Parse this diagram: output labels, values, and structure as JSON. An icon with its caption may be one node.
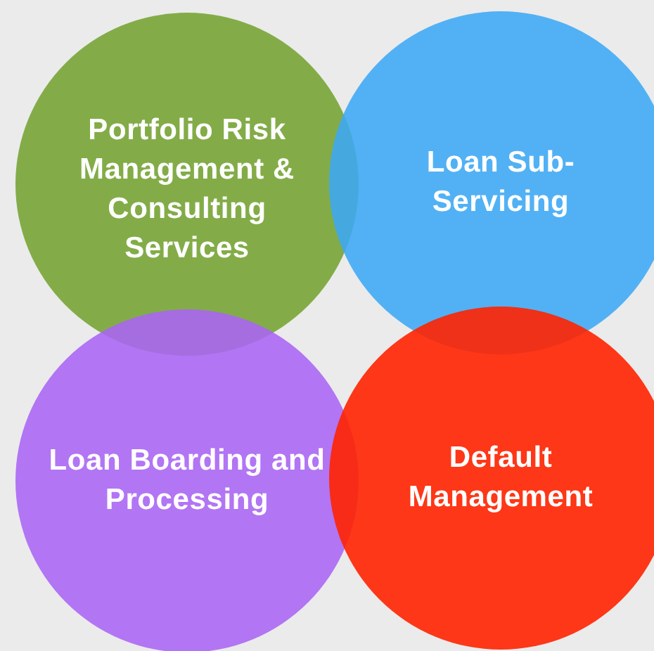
{
  "diagram": {
    "nodes": [
      {
        "text": [
          "Portfolio Risk Management & Consulting Services"
        ]
      },
      {
        "text": [
          "Loan Sub-Servicing"
        ]
      },
      {
        "text": [
          "Loan Boarding and Processing"
        ]
      },
      {
        "text": [
          "Default Management"
        ]
      }
    ],
    "edges": []
  }
}
